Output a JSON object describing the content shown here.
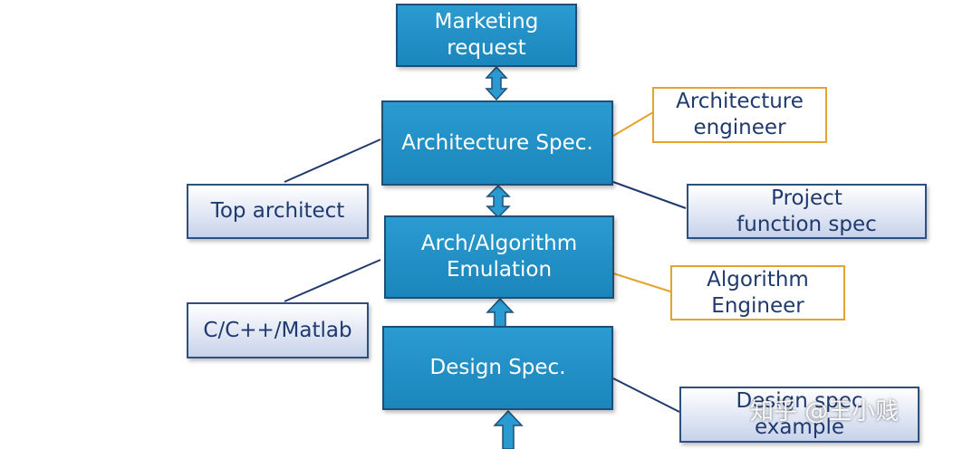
{
  "main_boxes": {
    "marketing": "Marketing\nrequest",
    "architecture_spec": "Architecture Spec.",
    "arch_algorithm": "Arch/Algorithm\nEmulation",
    "design_spec": "Design Spec."
  },
  "role_boxes": {
    "architecture_engineer": "Architecture\nengineer",
    "algorithm_engineer": "Algorithm\nEngineer"
  },
  "note_boxes": {
    "top_architect": "Top architect",
    "project_function_spec": "Project\nfunction spec",
    "tools": "C/C++/Matlab",
    "design_spec_example": "Design spec\nexample"
  },
  "watermark": "知乎 @王小贱",
  "colors": {
    "main_fill": "#2a9bd0",
    "main_border": "#1f4e79",
    "role_border": "#e3a32c",
    "note_border": "#2f4f7f",
    "connector": "#1f3a6e",
    "role_connector": "#e3a32c"
  }
}
